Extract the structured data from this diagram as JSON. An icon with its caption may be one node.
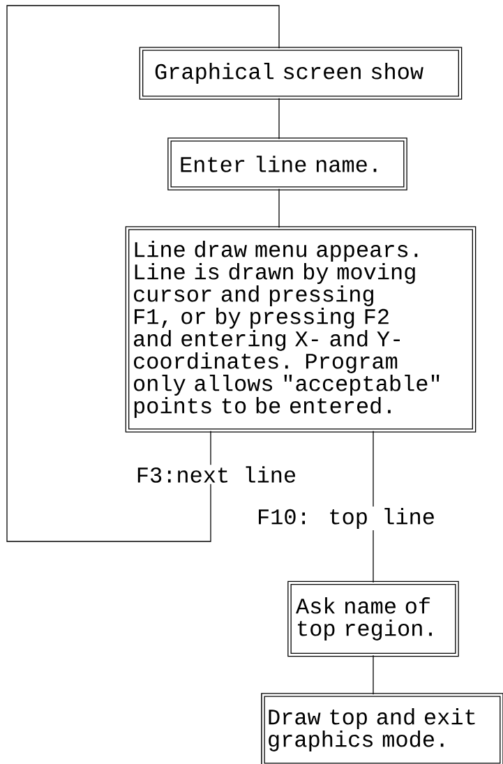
{
  "diagram": {
    "nodes": [
      {
        "text": [
          "Graphical screen show"
        ]
      },
      {
        "text": [
          "Enter line name."
        ]
      },
      {
        "text": [
          "Line draw menu appears. Line is drawn by moving cursor and pressing F1, or by pressing F2 and entering X- and Y-coordinates.  Program only allows \"acceptable\" points to be entered."
        ]
      },
      {
        "text": [
          "Ask name of top region."
        ]
      },
      {
        "text": [
          "Draw top and exit graphics mode."
        ]
      }
    ],
    "edges": [
      {
        "from": 0,
        "to": 1,
        "arrow": "none"
      },
      {
        "from": 1,
        "to": 2,
        "arrow": "none"
      },
      {
        "from": 2,
        "to": 0,
        "arrow": "none",
        "label": "F3:next line"
      },
      {
        "from": 2,
        "to": 3,
        "arrow": "none",
        "label": "F10: top line"
      },
      {
        "from": 3,
        "to": 4,
        "arrow": "none"
      }
    ]
  }
}
